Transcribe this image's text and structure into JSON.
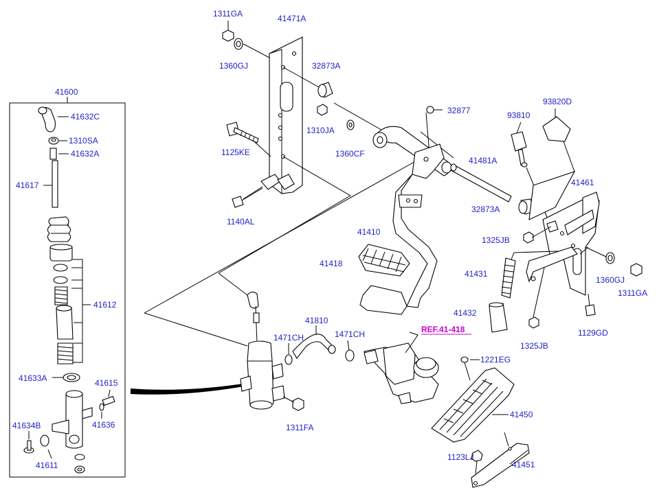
{
  "labels": {
    "l1311GA_top": "1311GA",
    "l41471A": "41471A",
    "l1360GJ_top": "1360GJ",
    "l32873A_top": "32873A",
    "l32877": "32877",
    "l1310JA": "1310JA",
    "l1360CF": "1360CF",
    "l1125KE": "1125KE",
    "l1140AL": "1140AL",
    "l93810": "93810",
    "l93820D": "93820D",
    "l41481A": "41481A",
    "l41461": "41461",
    "l32873A_mid": "32873A",
    "l1325JB_a": "1325JB",
    "l41410": "41410",
    "l41418": "41418",
    "l41431": "41431",
    "l1360GJ_right": "1360GJ",
    "l1311GA_right": "1311GA",
    "l41432": "41432",
    "l1129GD": "1129GD",
    "l1325JB_b": "1325JB",
    "l41600": "41600",
    "l41632C": "41632C",
    "l1310SA": "1310SA",
    "l41632A": "41632A",
    "l41617": "41617",
    "l41612": "41612",
    "l41633A": "41633A",
    "l41615": "41615",
    "l41636": "41636",
    "l41634B": "41634B",
    "l41611": "41611",
    "l41810": "41810",
    "l1471CH_a": "1471CH",
    "l1471CH_b": "1471CH",
    "l1311FA": "1311FA",
    "ref": "REF.41-418",
    "l1221EG": "1221EG",
    "l41450": "41450",
    "l1123LJ": "1123LJ",
    "l41451": "41451"
  }
}
